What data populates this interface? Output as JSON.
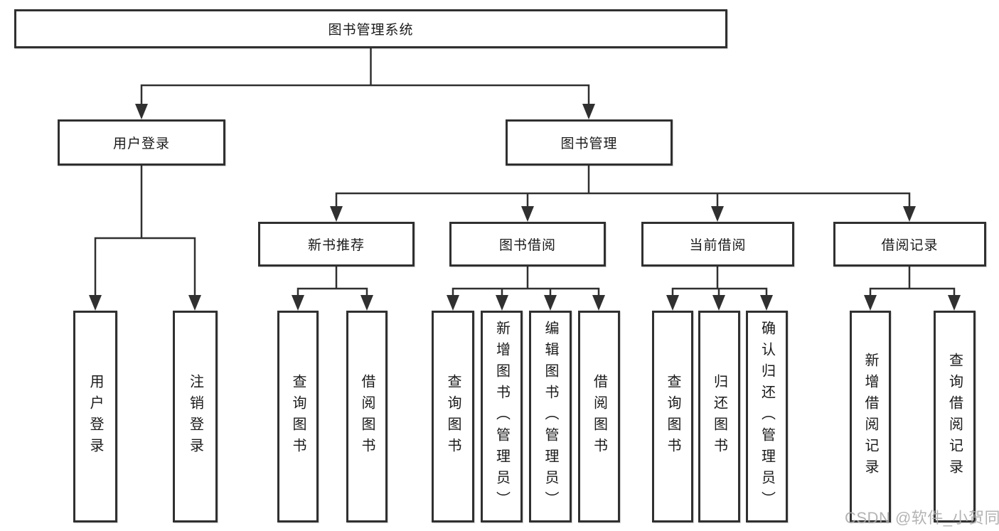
{
  "tree": {
    "root": "图书管理系统",
    "level2": [
      {
        "label": "用户登录",
        "children": [
          "用户登录",
          "注销登录"
        ]
      },
      {
        "label": "图书管理",
        "children": [
          {
            "label": "新书推荐",
            "children": [
              "查询图书",
              "借阅图书"
            ]
          },
          {
            "label": "图书借阅",
            "children": [
              "查询图书",
              "新增图书（管理员）",
              "编辑图书（管理员）",
              "借阅图书"
            ]
          },
          {
            "label": "当前借阅",
            "children": [
              "查询图书",
              "归还图书",
              "确认归还（管理员）"
            ]
          },
          {
            "label": "借阅记录",
            "children": [
              "新增借阅记录",
              "查询借阅记录"
            ]
          }
        ]
      }
    ]
  },
  "watermark": {
    "text": "CSDN @软件_小贺同学"
  },
  "colors": {
    "line": "#303030",
    "box_border": "#303030",
    "text": "#1a1a1a",
    "background": "#ffffff",
    "watermark": "#ababab"
  }
}
